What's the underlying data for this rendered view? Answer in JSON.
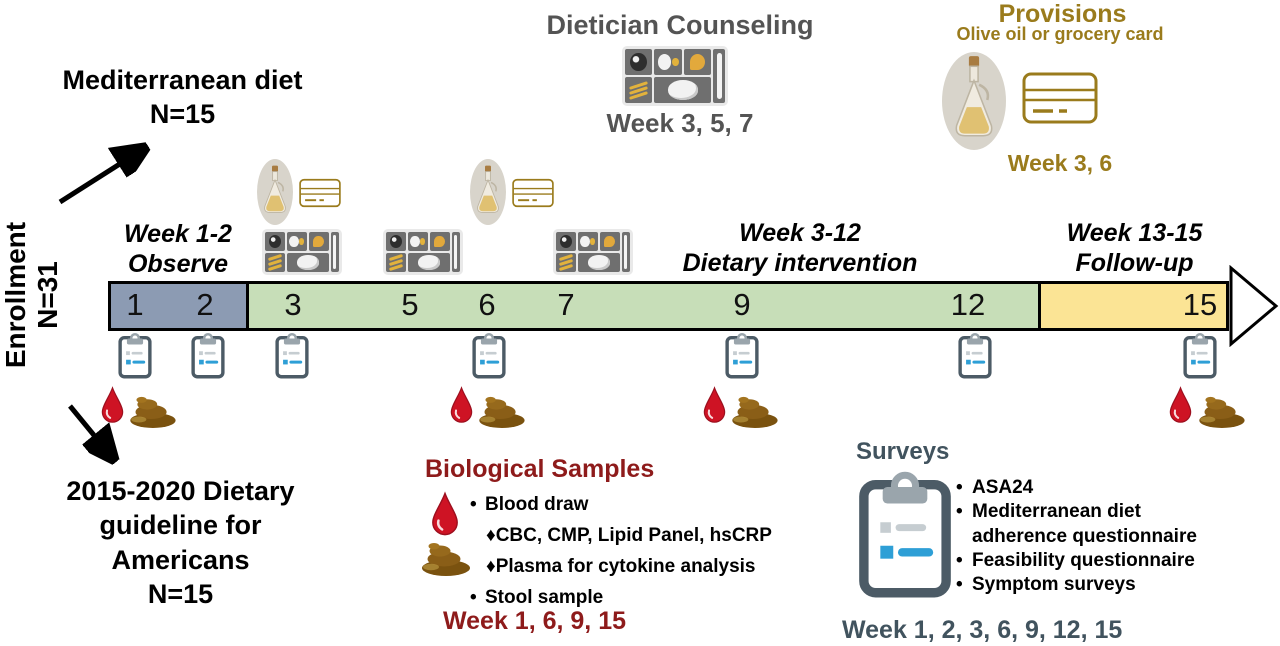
{
  "colors": {
    "observe_segment": "#8C9BB3",
    "intervention_segment": "#C7DEB8",
    "followup_segment": "#FBE495",
    "biological_accent": "#8E1B1B",
    "surveys_accent": "#41535E",
    "provisions_accent": "#9A7B1C",
    "counseling_text": "#545454",
    "clipboard_blue": "#2E9FD6",
    "blood_red": "#CE1324",
    "stool_brown": "#8A5E17"
  },
  "enrollment": {
    "line1": "Enrollment",
    "line2": "N=31"
  },
  "arm_top": {
    "line1": "Mediterranean diet",
    "line2": "N=15"
  },
  "arm_bottom": {
    "line1": "2015-2020 Dietary",
    "line2": "guideline for",
    "line3": "Americans",
    "line4": "N=15"
  },
  "counseling": {
    "title": "Dietician Counseling",
    "weeks": "Week 3, 5, 7"
  },
  "provisions": {
    "title": "Provisions",
    "subtitle": "Olive oil or grocery card",
    "weeks": "Week 3, 6"
  },
  "phases": [
    {
      "line1": "Week 1-2",
      "line2": "Observe"
    },
    {
      "line1": "Week 3-12",
      "line2": "Dietary intervention"
    },
    {
      "line1": "Week 13-15",
      "line2": "Follow-up"
    }
  ],
  "timeline": {
    "weeks": [
      "1",
      "2",
      "3",
      "5",
      "6",
      "7",
      "9",
      "12",
      "15"
    ]
  },
  "biological": {
    "title": "Biological Samples",
    "items": [
      {
        "marker": "•",
        "text": "Blood draw"
      },
      {
        "marker": "♦",
        "text": "CBC, CMP, Lipid Panel, hsCRP"
      },
      {
        "marker": "♦",
        "text": "Plasma for cytokine analysis"
      },
      {
        "marker": "•",
        "text": "Stool sample"
      }
    ],
    "weeks": "Week 1, 6, 9, 15"
  },
  "surveys": {
    "title": "Surveys",
    "items": [
      {
        "marker": "•",
        "text": "ASA24"
      },
      {
        "marker": "•",
        "text": "Mediterranean diet adherence questionnaire"
      },
      {
        "marker": "•",
        "text": "Feasibility questionnaire"
      },
      {
        "marker": "•",
        "text": "Symptom surveys"
      }
    ],
    "weeks": "Week 1, 2, 3, 6, 9, 12, 15"
  }
}
